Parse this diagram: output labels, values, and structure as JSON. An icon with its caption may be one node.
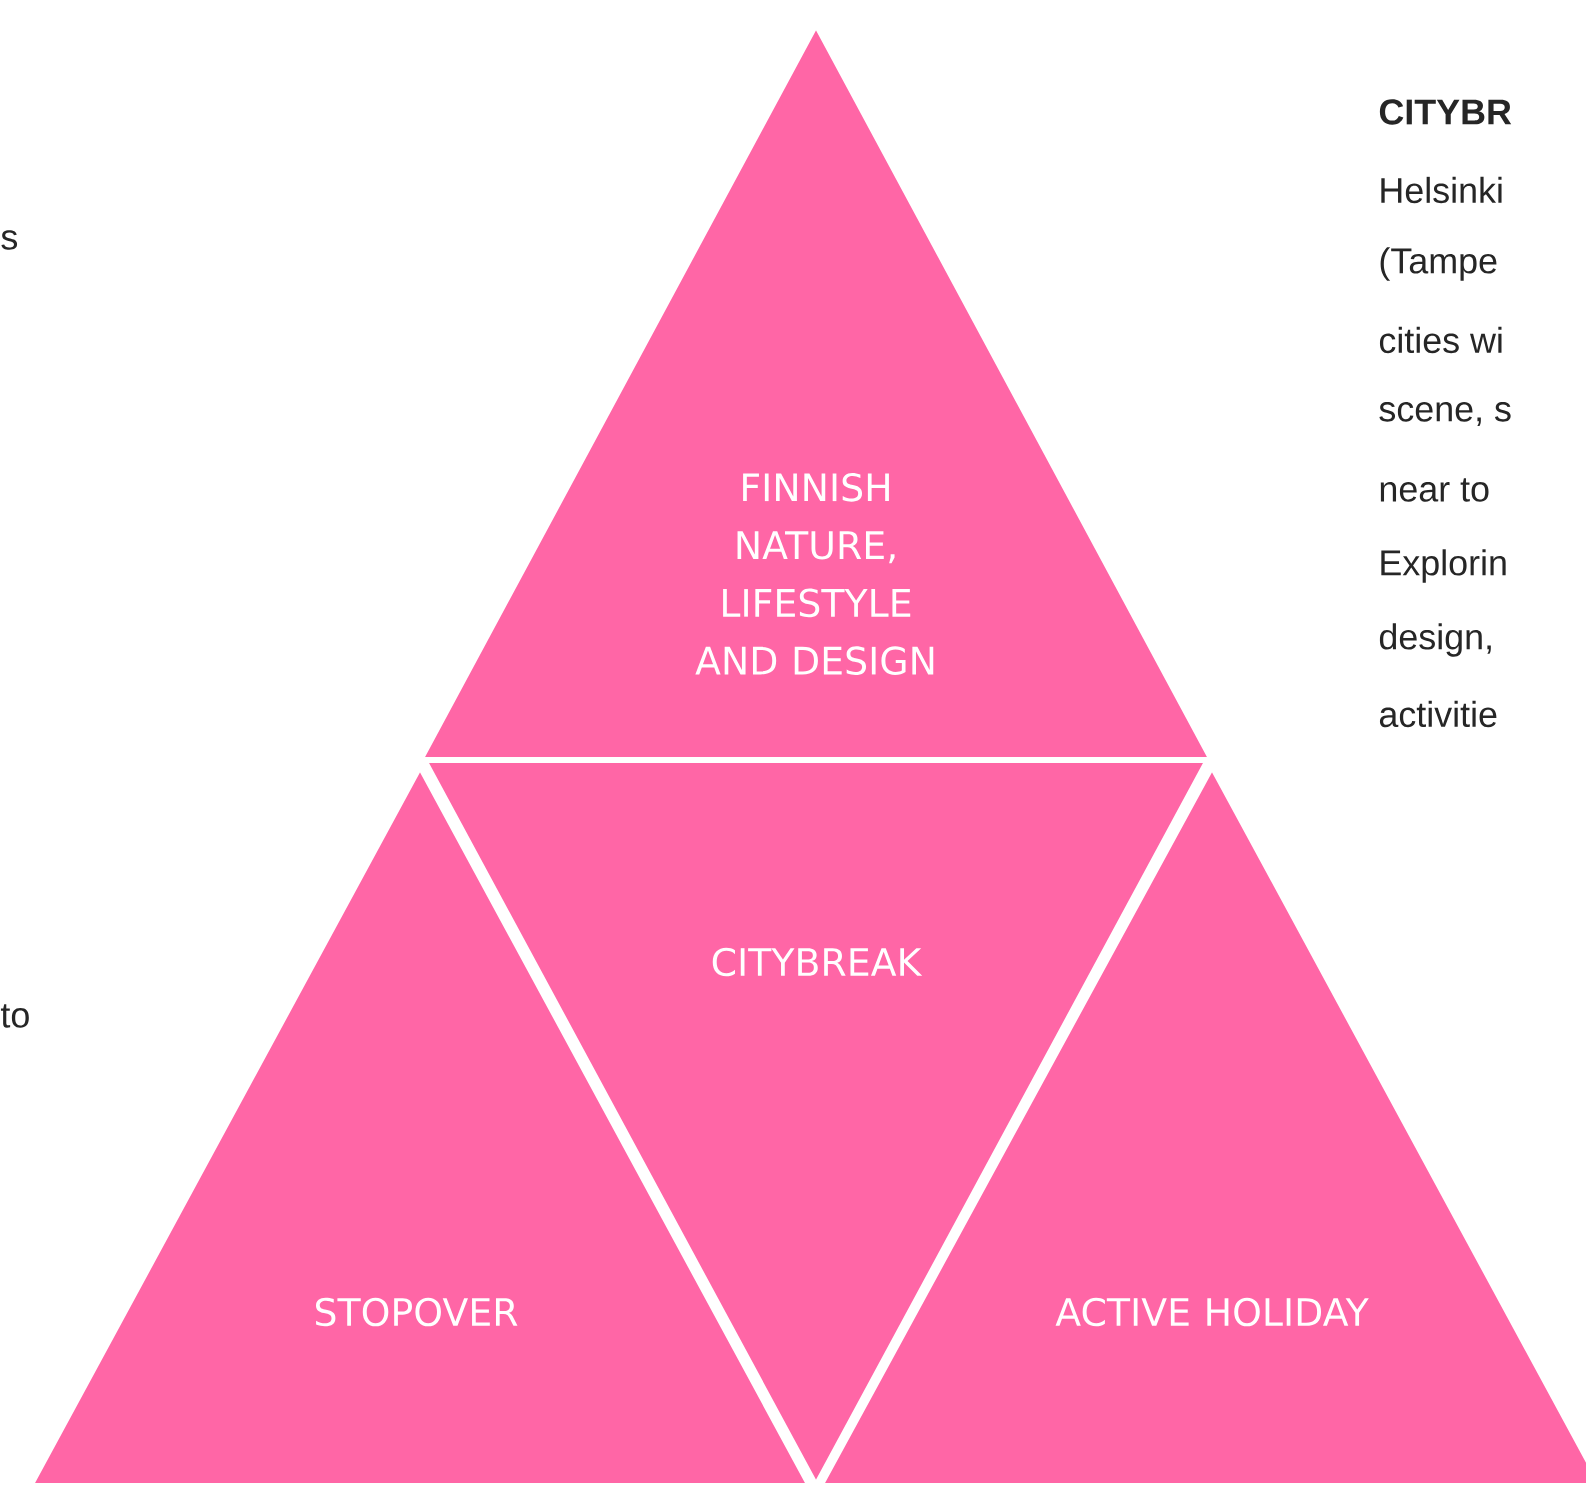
{
  "diagram": {
    "nodes": [
      {
        "text": [
          "FINNISH NATURE, LIFESTYLE AND DESIGN"
        ]
      },
      {
        "text": [
          "CITYBREAK"
        ]
      },
      {
        "text": [
          "STOPOVER"
        ]
      },
      {
        "text": [
          "ACTIVE HOLIDAY"
        ]
      }
    ],
    "labels": [
      "s",
      "CITYBR",
      "Helsinki",
      "(Tampe",
      "cities wi",
      "scene, s",
      "near to",
      "Explorin",
      "design,",
      "activitie",
      "to"
    ]
  }
}
